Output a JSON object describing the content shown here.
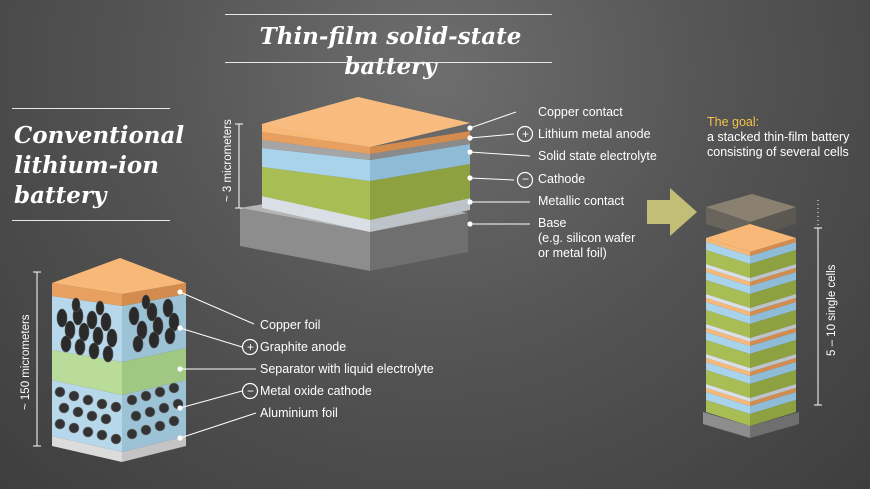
{
  "thin_film": {
    "title": "Thin-film solid-state battery",
    "dimension": "~ 3 micrometers",
    "labels": {
      "copper_contact": "Copper contact",
      "lithium_anode": "Lithium metal anode",
      "electrolyte": "Solid state electrolyte",
      "cathode": "Cathode",
      "metallic_contact": "Metallic contact",
      "base": "Base",
      "base_note_1": "(e.g. silicon wafer",
      "base_note_2": "or metal foil)"
    },
    "plus_sign": "+",
    "minus_sign": "−"
  },
  "conventional": {
    "title_line1": "Conventional",
    "title_line2": "lithium-ion",
    "title_line3": "battery",
    "dimension": "~ 150 micrometers",
    "labels": {
      "copper_foil": "Copper foil",
      "graphite_anode": "Graphite anode",
      "separator": "Separator with liquid electrolyte",
      "cathode": "Metal oxide cathode",
      "aluminium_foil": "Aluminium foil"
    },
    "plus_sign": "+",
    "minus_sign": "−"
  },
  "goal": {
    "title": "The goal:",
    "desc_line1": "a stacked thin-film battery",
    "desc_line2": "consisting of several cells",
    "dimension": "5 – 10 single cells"
  },
  "colors": {
    "copper": "#f7b878",
    "anode_gray": "#a9a9a9",
    "electrolyte": "#a9d3ea",
    "cathode": "#a9bd55",
    "metallic": "#d9dfe4",
    "base": "#9a9a9a",
    "separator": "#b9dc9a",
    "goal_accent": "#f2c24a",
    "arrow": "#c8c47a"
  }
}
